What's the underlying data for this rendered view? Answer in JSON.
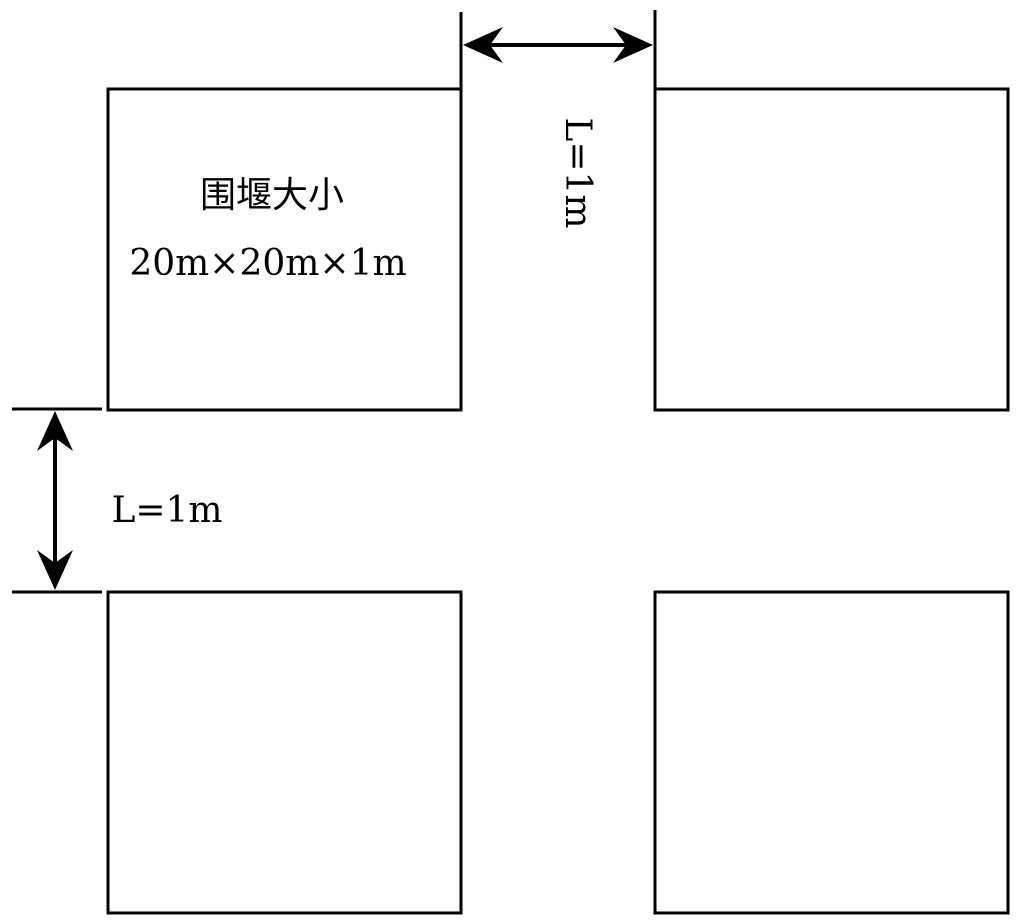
{
  "cofferdam": {
    "title": "围堰大小",
    "size": "20m×20m×1m"
  },
  "dimensions": {
    "horizontal_gap": "L=1m",
    "vertical_gap": "L=1m"
  },
  "colors": {
    "stroke": "#000000",
    "background": "#ffffff"
  }
}
